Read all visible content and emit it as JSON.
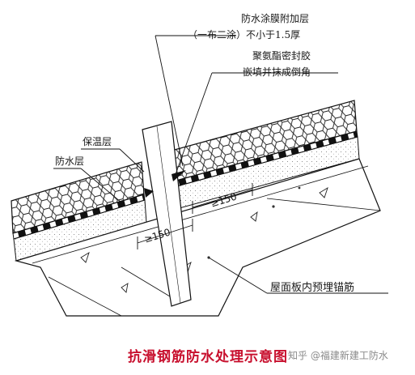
{
  "labels": {
    "coating_line1": "防水涂膜附加层",
    "coating_line2": "（一布二涂）不小于1.5厚",
    "sealant_line1": "聚氨酯密封胶",
    "sealant_line2": "嵌填并抹成倒角",
    "insulation": "保温层",
    "waterproof": "防水层",
    "anchor": "屋面板内预埋锚筋"
  },
  "dimensions": {
    "left": "≥150",
    "right": "≥150"
  },
  "title": "抗滑钢筋防水处理示意图",
  "watermark": "知乎 @福建新建工防水",
  "colors": {
    "title": "#c8102e",
    "line": "#1a1a1a"
  }
}
